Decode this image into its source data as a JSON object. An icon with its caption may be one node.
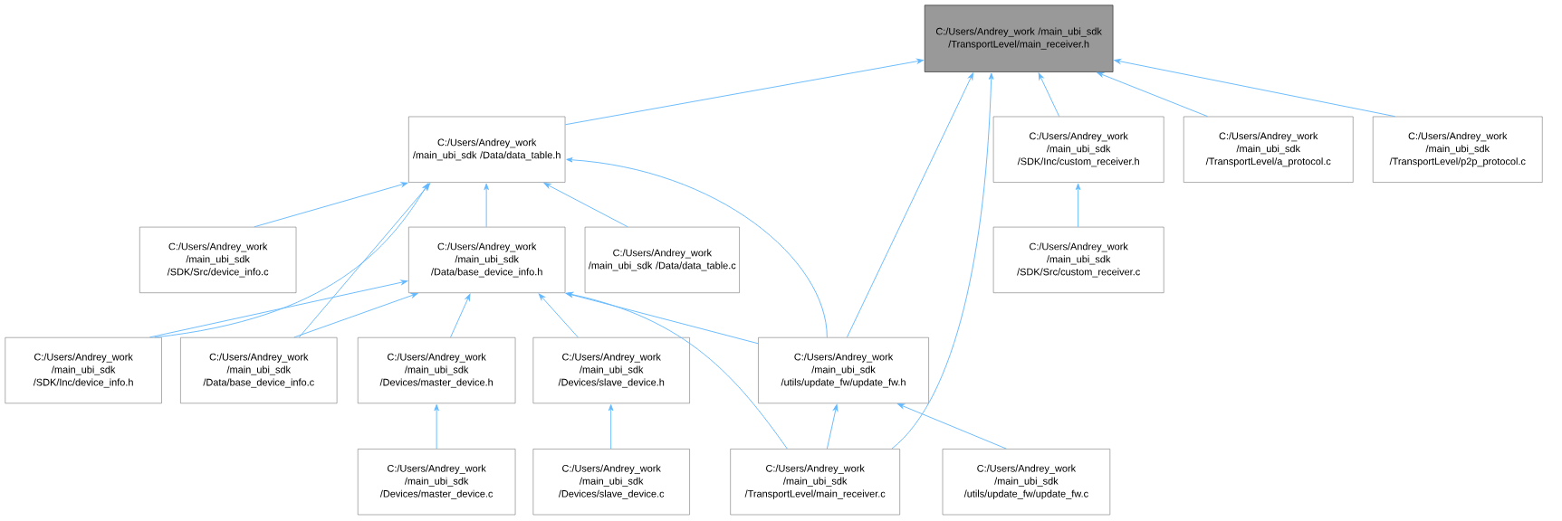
{
  "diagram": {
    "nodes": [
      {
        "text": [
          "C:/Users/Andrey_work /main_ubi_sdk /TransportLevel/main_receiver.h"
        ]
      },
      {
        "text": [
          "C:/Users/Andrey_work /main_ubi_sdk /Data/data_table.h"
        ]
      },
      {
        "text": [
          "C:/Users/Andrey_work /main_ubi_sdk /SDK/Inc/custom_receiver.h"
        ]
      },
      {
        "text": [
          "C:/Users/Andrey_work /main_ubi_sdk /TransportLevel/a_protocol.c"
        ]
      },
      {
        "text": [
          "C:/Users/Andrey_work /main_ubi_sdk /TransportLevel/p2p_protocol.c"
        ]
      },
      {
        "text": [
          "C:/Users/Andrey_work /main_ubi_sdk /SDK/Src/device_info.c"
        ]
      },
      {
        "text": [
          "C:/Users/Andrey_work /main_ubi_sdk /Data/base_device_info.h"
        ]
      },
      {
        "text": [
          "C:/Users/Andrey_work /main_ubi_sdk /Data/data_table.c"
        ]
      },
      {
        "text": [
          "C:/Users/Andrey_work /main_ubi_sdk /SDK/Src/custom_receiver.c"
        ]
      },
      {
        "text": [
          "C:/Users/Andrey_work /main_ubi_sdk /SDK/Inc/device_info.h"
        ]
      },
      {
        "text": [
          "C:/Users/Andrey_work /main_ubi_sdk /Data/base_device_info.c"
        ]
      },
      {
        "text": [
          "C:/Users/Andrey_work /main_ubi_sdk /Devices/master_device.h"
        ]
      },
      {
        "text": [
          "C:/Users/Andrey_work /main_ubi_sdk /Devices/slave_device.h"
        ]
      },
      {
        "text": [
          "C:/Users/Andrey_work /main_ubi_sdk /utils/update_fw/update_fw.h"
        ]
      },
      {
        "text": [
          "C:/Users/Andrey_work /main_ubi_sdk /Devices/master_device.c"
        ]
      },
      {
        "text": [
          "C:/Users/Andrey_work /main_ubi_sdk /Devices/slave_device.c"
        ]
      },
      {
        "text": [
          "C:/Users/Andrey_work /main_ubi_sdk /TransportLevel/main_receiver.c"
        ]
      },
      {
        "text": [
          "C:/Users/Andrey_work /main_ubi_sdk /utils/update_fw/update_fw.c"
        ]
      }
    ],
    "edges": [
      {
        "from": 1,
        "to": 0,
        "arrow": "to"
      },
      {
        "from": 13,
        "to": 0,
        "arrow": "to"
      },
      {
        "from": 16,
        "to": 0,
        "arrow": "to"
      },
      {
        "from": 2,
        "to": 0,
        "arrow": "to"
      },
      {
        "from": 3,
        "to": 0,
        "arrow": "to"
      },
      {
        "from": 4,
        "to": 0,
        "arrow": "to"
      },
      {
        "from": 5,
        "to": 1,
        "arrow": "to"
      },
      {
        "from": 9,
        "to": 1,
        "arrow": "to"
      },
      {
        "from": 10,
        "to": 1,
        "arrow": "to"
      },
      {
        "from": 6,
        "to": 1,
        "arrow": "to"
      },
      {
        "from": 7,
        "to": 1,
        "arrow": "to"
      },
      {
        "from": 13,
        "to": 1,
        "arrow": "to"
      },
      {
        "from": 9,
        "to": 6,
        "arrow": "to"
      },
      {
        "from": 10,
        "to": 6,
        "arrow": "to"
      },
      {
        "from": 11,
        "to": 6,
        "arrow": "to"
      },
      {
        "from": 12,
        "to": 6,
        "arrow": "to"
      },
      {
        "from": 13,
        "to": 6,
        "arrow": "to"
      },
      {
        "from": 16,
        "to": 6,
        "arrow": "to"
      },
      {
        "from": 8,
        "to": 2,
        "arrow": "to"
      },
      {
        "from": 14,
        "to": 11,
        "arrow": "to"
      },
      {
        "from": 15,
        "to": 12,
        "arrow": "to"
      },
      {
        "from": 16,
        "to": 13,
        "arrow": "to"
      },
      {
        "from": 17,
        "to": 13,
        "arrow": "to"
      }
    ]
  }
}
